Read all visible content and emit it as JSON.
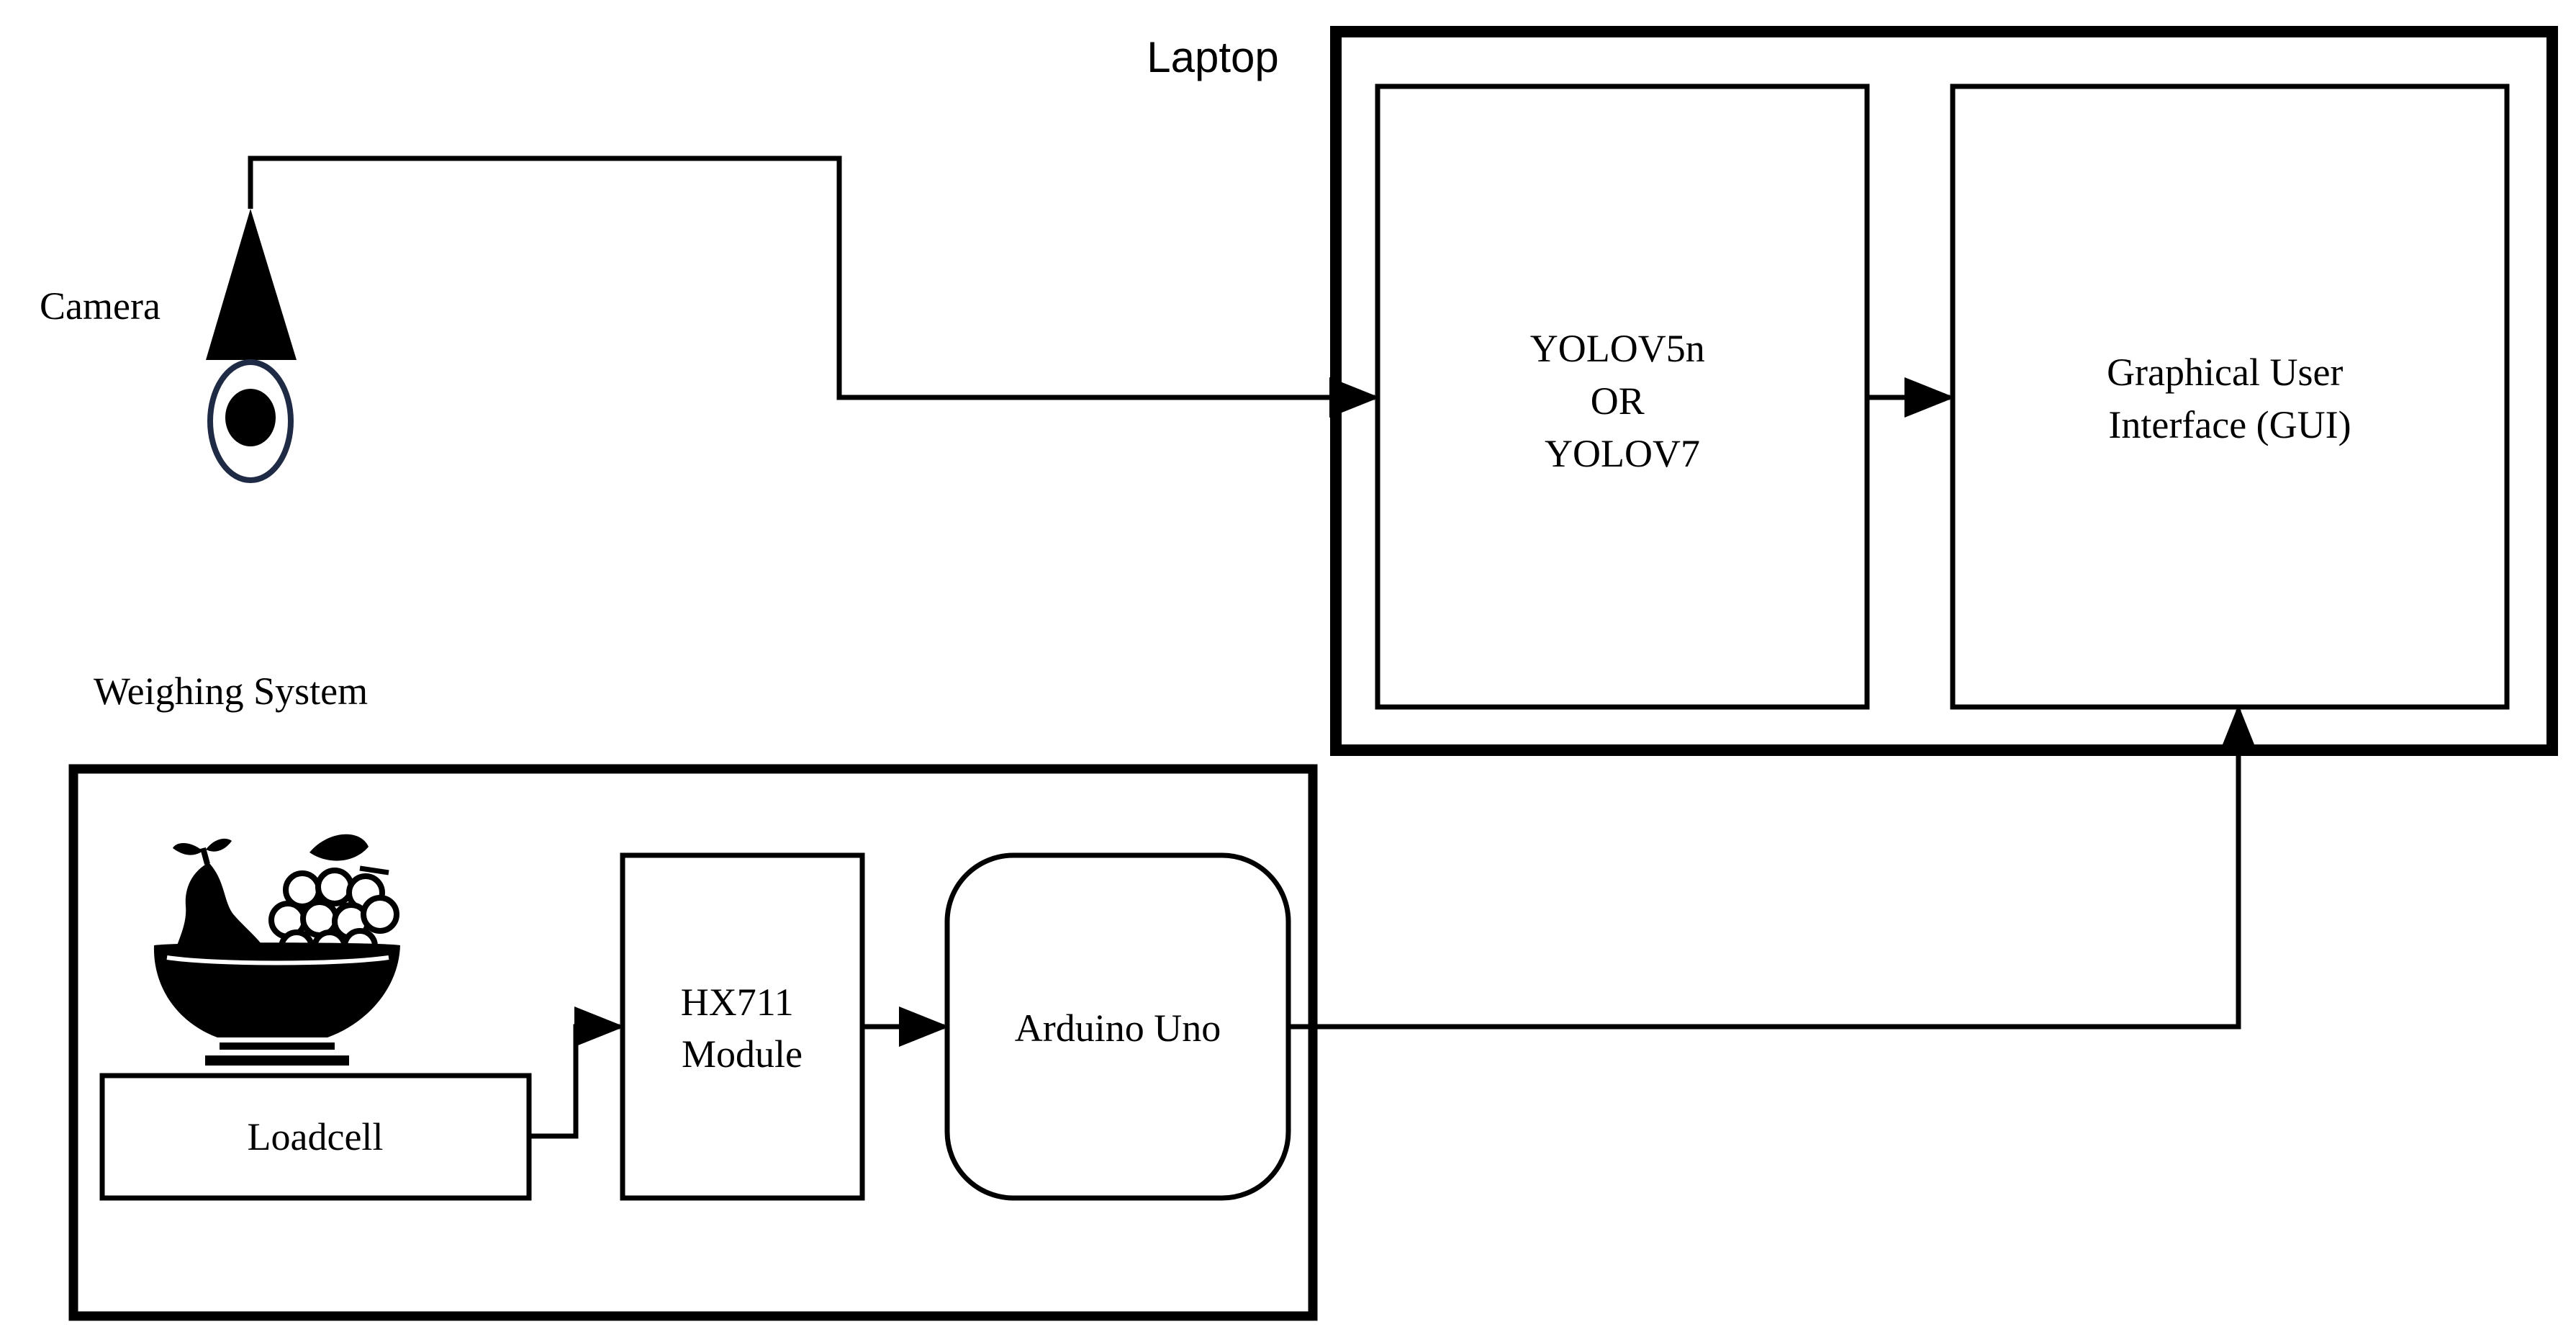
{
  "labels": {
    "laptop": "Laptop",
    "camera": "Camera",
    "weighing_system": "Weighing System"
  },
  "blocks": {
    "yolo": [
      "YOLOV5n",
      "OR",
      "YOLOV7"
    ],
    "gui": [
      "Graphical User",
      "Interface (GUI)"
    ],
    "loadcell": "Loadcell",
    "hx711": [
      "HX711",
      "Module"
    ],
    "arduino": "Arduino Uno"
  },
  "icons": {
    "camera": "camera-icon",
    "fruit_bowl": "fruit-bowl-icon"
  },
  "colors": {
    "stroke": "#000000",
    "camera_lens_ring": "#1f2a44",
    "background": "#ffffff"
  }
}
